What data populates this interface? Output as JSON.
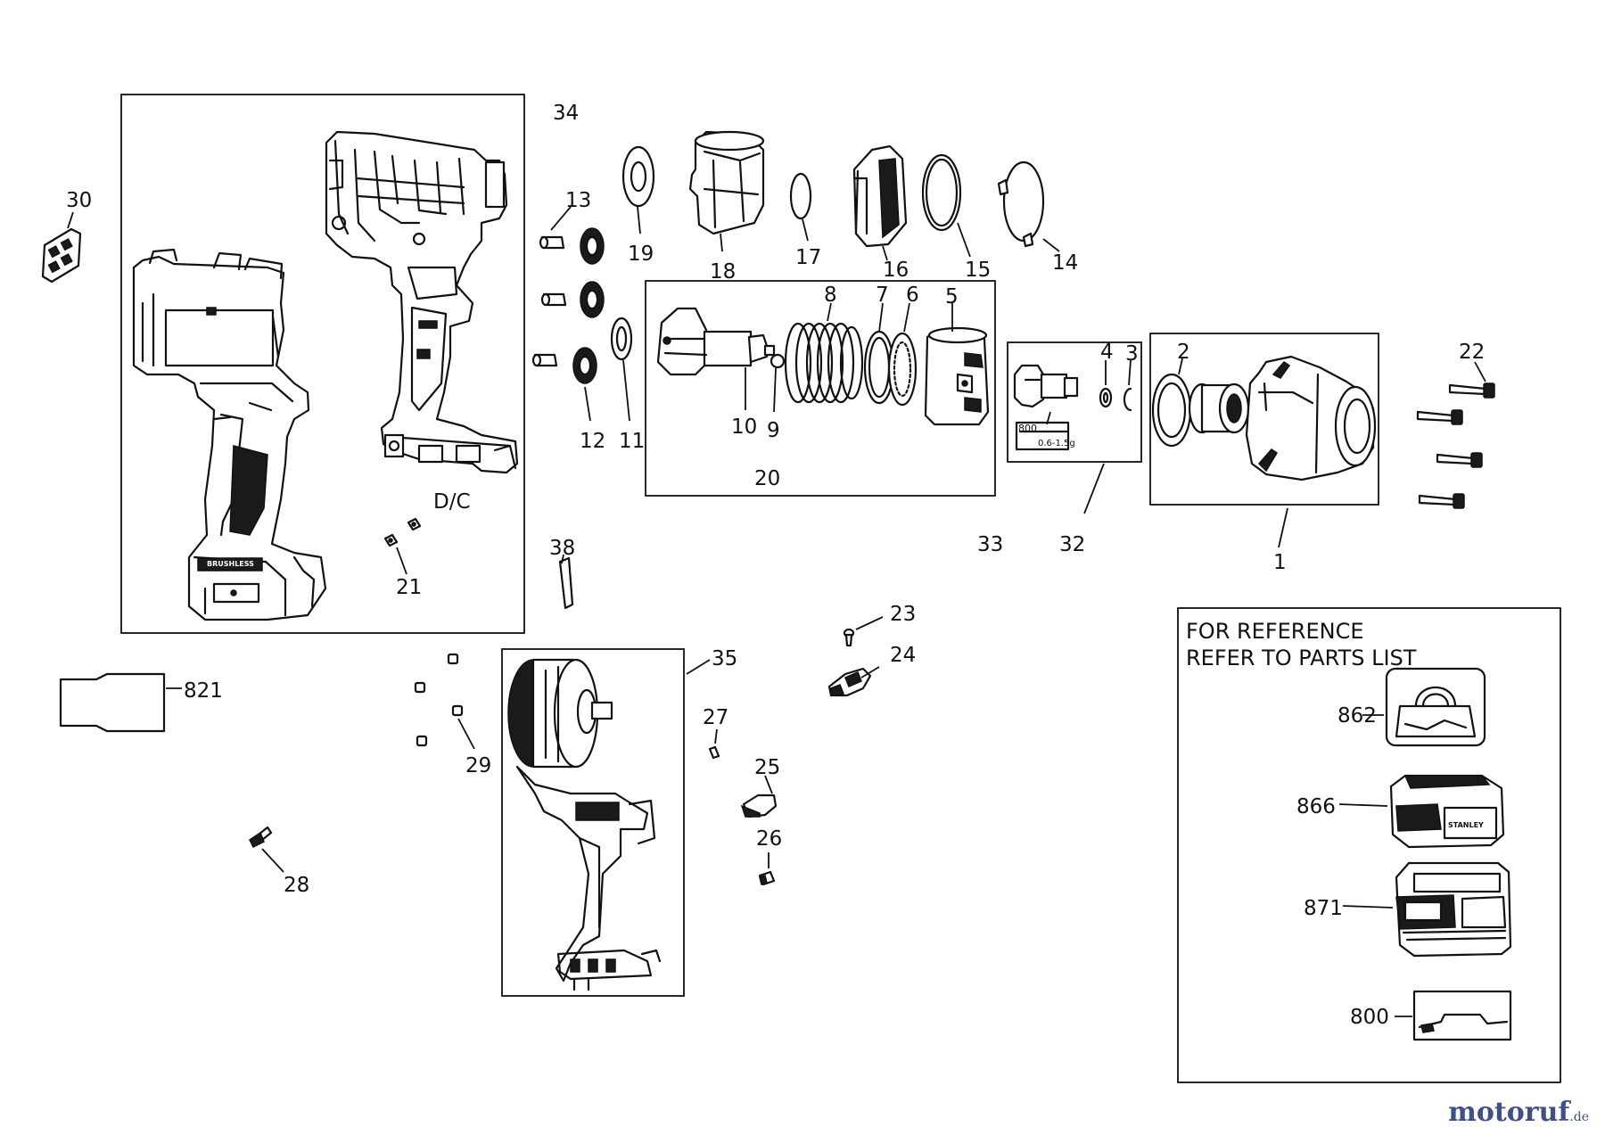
{
  "labels": {
    "l1": "1",
    "l2": "2",
    "l3": "3",
    "l4": "4",
    "l5": "5",
    "l6": "6",
    "l7": "7",
    "l8": "8",
    "l9": "9",
    "l10": "10",
    "l11": "11",
    "l12": "12",
    "l13": "13",
    "l14": "14",
    "l15": "15",
    "l16": "16",
    "l17": "17",
    "l18": "18",
    "l19": "19",
    "l20": "20",
    "l21": "21",
    "l22": "22",
    "l23": "23",
    "l24": "24",
    "l25": "25",
    "l26": "26",
    "l27": "27",
    "l28": "28",
    "l29": "29",
    "l30": "30",
    "l32": "32",
    "l33": "33",
    "l34": "34",
    "l35": "35",
    "l38": "38",
    "ldc": "D/C",
    "l800": "800",
    "l821": "821",
    "l862": "862",
    "l866": "866",
    "l871": "871"
  },
  "reference_box": {
    "line1": "FOR REFERENCE",
    "line2": "REFER TO PARTS LIST"
  },
  "grease_label": {
    "code": "800",
    "amount": "0.6-1.5g"
  },
  "housing_text": "BRUSHLESS",
  "battery_text": "STANLEY",
  "watermark": {
    "name": "motoruf",
    "domain": ".de"
  }
}
